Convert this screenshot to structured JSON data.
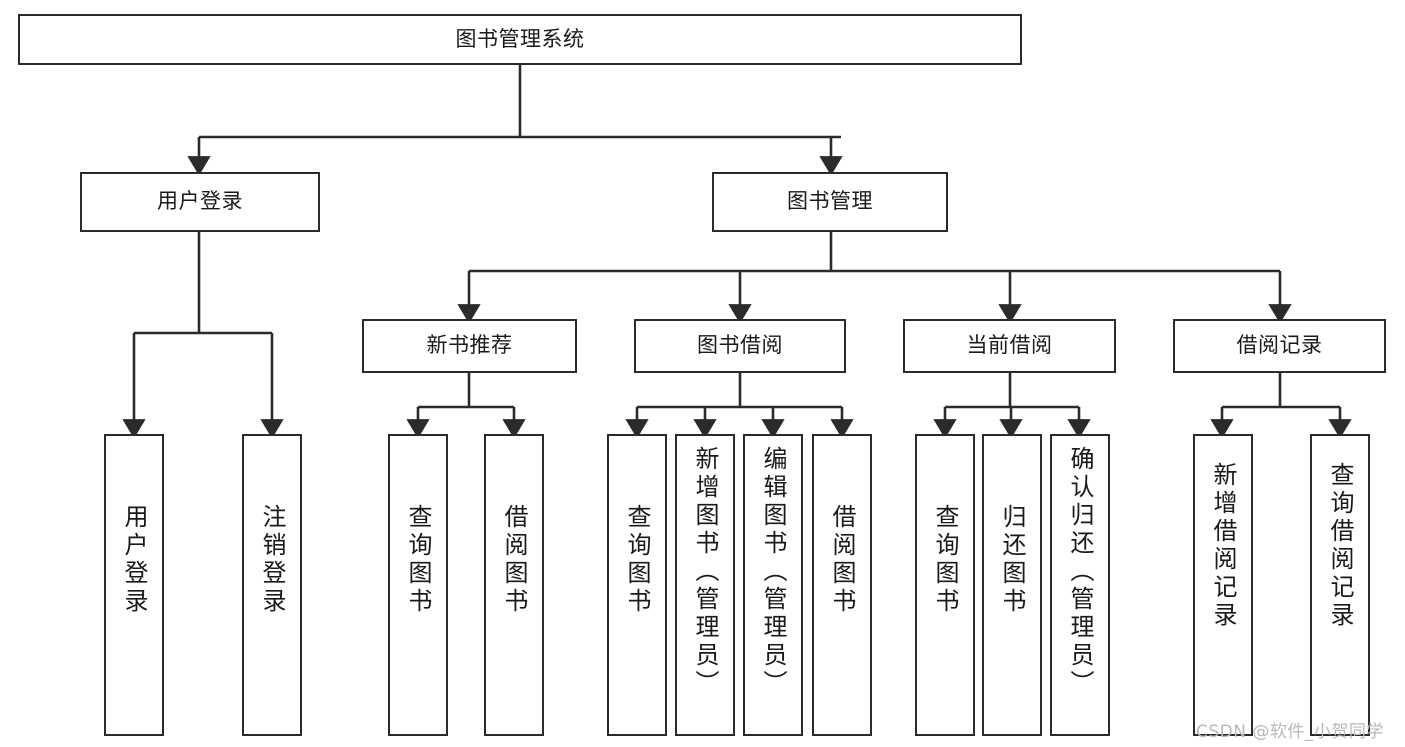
{
  "diagram": {
    "title": "图书管理系统",
    "type": "tree-hierarchy-diagram",
    "colors": {
      "box_border": "#2b2b2b",
      "box_fill": "#ffffff",
      "connector": "#2b2b2b",
      "text": "#1a1a1a",
      "watermark": "#b8b8b8",
      "background": "#ffffff"
    },
    "levels": {
      "root": "图书管理系统",
      "level2": [
        "用户登录",
        "图书管理"
      ],
      "level3": [
        "新书推荐",
        "图书借阅",
        "当前借阅",
        "借阅记录"
      ]
    },
    "nodes": {
      "root": {
        "label": "图书管理系统"
      },
      "user_login": {
        "label": "用户登录"
      },
      "book_manage": {
        "label": "图书管理"
      },
      "new_book_rec": {
        "label": "新书推荐"
      },
      "book_borrow": {
        "label": "图书借阅"
      },
      "current_borrow": {
        "label": "当前借阅"
      },
      "borrow_record": {
        "label": "借阅记录"
      }
    },
    "leaves": {
      "user_login": [
        "用户登录",
        "注销登录"
      ],
      "new_book_rec": [
        "查询图书",
        "借阅图书"
      ],
      "book_borrow": [
        "查询图书",
        "新增图书（管理员）",
        "编辑图书（管理员）",
        "借阅图书"
      ],
      "current_borrow": [
        "查询图书",
        "归还图书",
        "确认归还（管理员）"
      ],
      "borrow_record": [
        "新增借阅记录",
        "查询借阅记录"
      ]
    },
    "watermark": "CSDN @软件_小贺同学"
  }
}
